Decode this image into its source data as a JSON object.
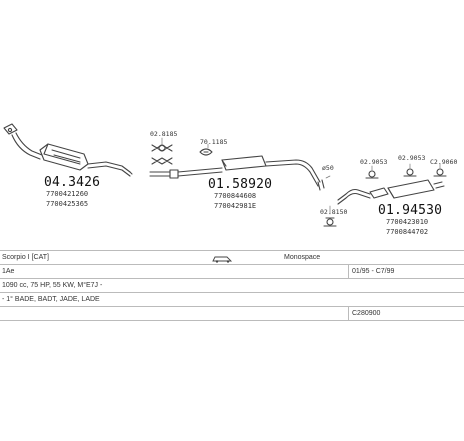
{
  "parts": {
    "p1": {
      "number": "04.3426",
      "ref_a": "7700421260",
      "ref_b": "7700425365"
    },
    "p2": {
      "number": "01.58920",
      "ref_a": "7700844608",
      "ref_b": "770042981E"
    },
    "p3": {
      "number": "01.94530",
      "ref_a": "7700423010",
      "ref_b": "7700844702"
    }
  },
  "labels": {
    "clamp_a": "02.8185",
    "clamp_b": "70.1185",
    "diameter": "ø50",
    "hanger_a": "02.8150",
    "hanger_b": "02.9053",
    "hanger_c": "02.9053",
    "hanger_d": "C2.9060"
  },
  "table": {
    "row1": {
      "model": "Scorpio I [CAT]",
      "body": "Monospace"
    },
    "row2": {
      "variant": "1Ae",
      "dates": "01/95 - C7/99"
    },
    "row3": {
      "engine": "1090 cc, 75 HP, 55 KW, M°E7J -"
    },
    "row4": {
      "notes": "- 1° BADE, BADT, JADE, LADE"
    },
    "row5": {
      "code": "C280900"
    }
  }
}
